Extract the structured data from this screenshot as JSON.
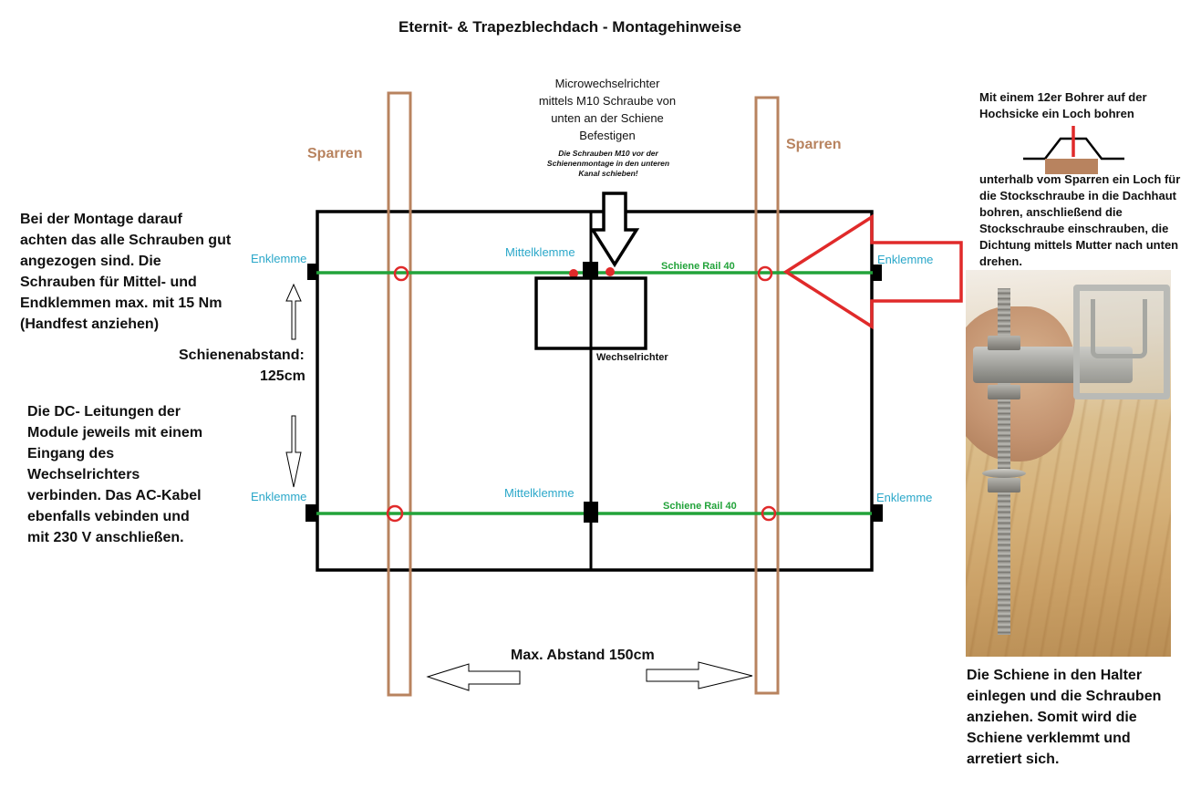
{
  "title": "Eternit- & Trapezblechdach - Montagehinweise",
  "left_notes": {
    "screws": "Bei der Montage darauf achten das alle Schrauben gut angezogen sind. Die Schrauben für Mittel- und Endklemmen max. mit 15 Nm (Handfest anziehen)",
    "rail_distance": "Schienenabstand:",
    "rail_distance_value": "125cm",
    "cables": "Die DC- Leitungen der Module jeweils mit einem Eingang des Wechselrichters verbinden. Das AC-Kabel ebenfalls vebinden und mit 230 V anschließen."
  },
  "rafters": {
    "left_label": "Sparren",
    "right_label": "Sparren"
  },
  "inverter_note": {
    "main": "Microwechselrichter mittels M10 Schraube von unten an der Schiene Befestigen",
    "hint": "Die Schrauben M10 vor der Schienenmontage in den unteren Kanal schieben!"
  },
  "clamps": {
    "end_top_left": "Enklemme",
    "end_top_right": "Enklemme",
    "end_bottom_left": "Enklemme",
    "end_bottom_right": "Enklemme",
    "mid_top": "Mittelklemme",
    "mid_bottom": "Mittelklemme"
  },
  "rails": {
    "top": "Schiene Rail 40",
    "bottom": "Schiene Rail 40"
  },
  "inverter_label": "Wechselrichter",
  "spacing_label": "Max. Abstand 150cm",
  "right_notes": {
    "drill": "Mit einem 12er Bohrer auf der Hochsicke  ein Loch bohren",
    "hanger": "unterhalb vom Sparren ein Loch für die Stockschraube in die Dachhaut bohren, anschließend die Stockschraube einschrauben, die Dichtung mittels Mutter nach unten drehen.",
    "rail_insert": "Die Schiene in den Halter einlegen und die Schrauben anziehen. Somit wird die Schiene verklemmt und arretiert sich."
  },
  "colors": {
    "rafter": "#b8835f",
    "rail": "#22a33a",
    "clamp_label": "#2aa7c9",
    "mark": "#e02a2a",
    "frame": "#000000"
  }
}
